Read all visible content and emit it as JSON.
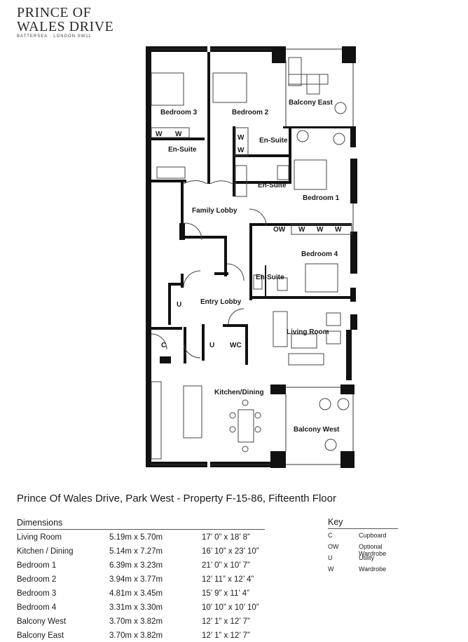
{
  "brand": {
    "line1": "PRINCE OF",
    "line2": "WALES DRIVE",
    "subtitle": "BATTERSEA · LONDON SW11"
  },
  "plan": {
    "rooms": [
      {
        "id": "bedroom-3",
        "label": "Bedroom 3"
      },
      {
        "id": "bedroom-2",
        "label": "Bedroom 2"
      },
      {
        "id": "balcony-east",
        "label": "Balcony East"
      },
      {
        "id": "en-suite-bed3",
        "label": "En-Suite"
      },
      {
        "id": "en-suite-bed2",
        "label": "En-Suite"
      },
      {
        "id": "en-suite-bed1",
        "label": "En-Suite"
      },
      {
        "id": "bedroom-1",
        "label": "Bedroom 1"
      },
      {
        "id": "family-lobby",
        "label": "Family Lobby"
      },
      {
        "id": "bedroom-4",
        "label": "Bedroom 4"
      },
      {
        "id": "en-suite-bed4",
        "label": "En-Suite"
      },
      {
        "id": "entry-lobby",
        "label": "Entry Lobby"
      },
      {
        "id": "living-room",
        "label": "Living Room"
      },
      {
        "id": "kitchen-dining",
        "label": "Kitchen/Dining"
      },
      {
        "id": "balcony-west",
        "label": "Balcony West"
      }
    ],
    "marks": {
      "wardrobe": "W",
      "optional_wardrobe": "OW",
      "utility": "U",
      "cupboard": "C",
      "wc": "WC"
    }
  },
  "title": "Prince Of Wales Drive, Park West - Property F-15-86, Fifteenth Floor",
  "dimensions": {
    "heading": "Dimensions",
    "rows": [
      {
        "room": "Living Room",
        "metric": "5.19m x 5.70m",
        "imperial": "17’ 0” x 18’ 8”"
      },
      {
        "room": "Kitchen / Dining",
        "metric": "5.14m x 7.27m",
        "imperial": "16’ 10” x 23’ 10”"
      },
      {
        "room": "Bedroom 1",
        "metric": "6.39m x 3.23m",
        "imperial": "21’ 0” x 10’ 7”"
      },
      {
        "room": "Bedroom 2",
        "metric": "3.94m x 3.77m",
        "imperial": "12’ 11” x 12’ 4”"
      },
      {
        "room": "Bedroom 3",
        "metric": "4.81m x 3.45m",
        "imperial": "15’ 9” x 11’ 4”"
      },
      {
        "room": "Bedroom 4",
        "metric": "3.31m x 3.30m",
        "imperial": "10’ 10” x 10’ 10”"
      },
      {
        "room": "Balcony West",
        "metric": "3.70m x 3.82m",
        "imperial": "12’ 1” x 12’ 7”"
      },
      {
        "room": "Balcony East",
        "metric": "3.70m x 3.82m",
        "imperial": "12’ 1” x 12’ 7”"
      }
    ]
  },
  "key": {
    "heading": "Key",
    "rows": [
      {
        "code": "C",
        "description": "Cupboard"
      },
      {
        "code": "OW",
        "description": "Optional Wardrobe"
      },
      {
        "code": "U",
        "description": "Utility"
      },
      {
        "code": "W",
        "description": "Wardrobe"
      }
    ]
  },
  "colors": {
    "wall": "#111111",
    "line": "#333333",
    "text": "#1a1a1a"
  }
}
